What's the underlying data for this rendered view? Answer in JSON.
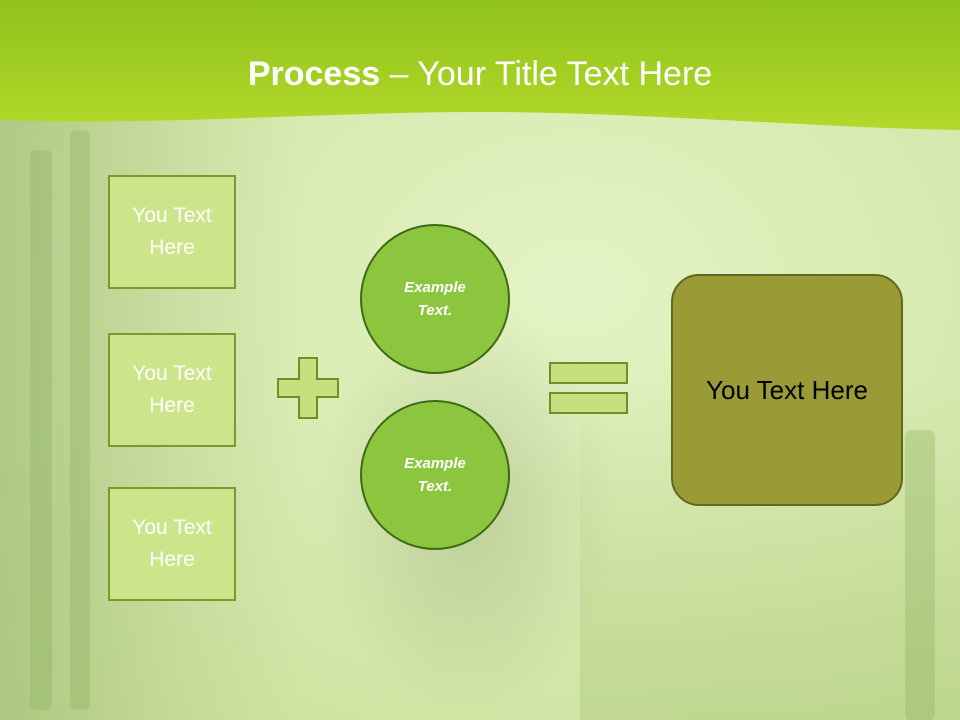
{
  "slide": {
    "title_bold": "Process",
    "title_rest": " – Your Title Text Here",
    "inputs": [
      {
        "label": "You Text Here"
      },
      {
        "label": "You Text Here"
      },
      {
        "label": "You Text Here"
      }
    ],
    "circles": [
      {
        "line1": "Example",
        "line2": "Text."
      },
      {
        "line1": "Example",
        "line2": "Text."
      }
    ],
    "result_label": "You Text Here",
    "colors": {
      "header_green": "#a6d321",
      "box_fill": "#cce48a",
      "circle_fill": "#8cc63e",
      "result_fill": "#9a9a36",
      "symbol_fill": "#c7df7e"
    },
    "icons": [
      "plus-icon",
      "equals-icon"
    ]
  }
}
